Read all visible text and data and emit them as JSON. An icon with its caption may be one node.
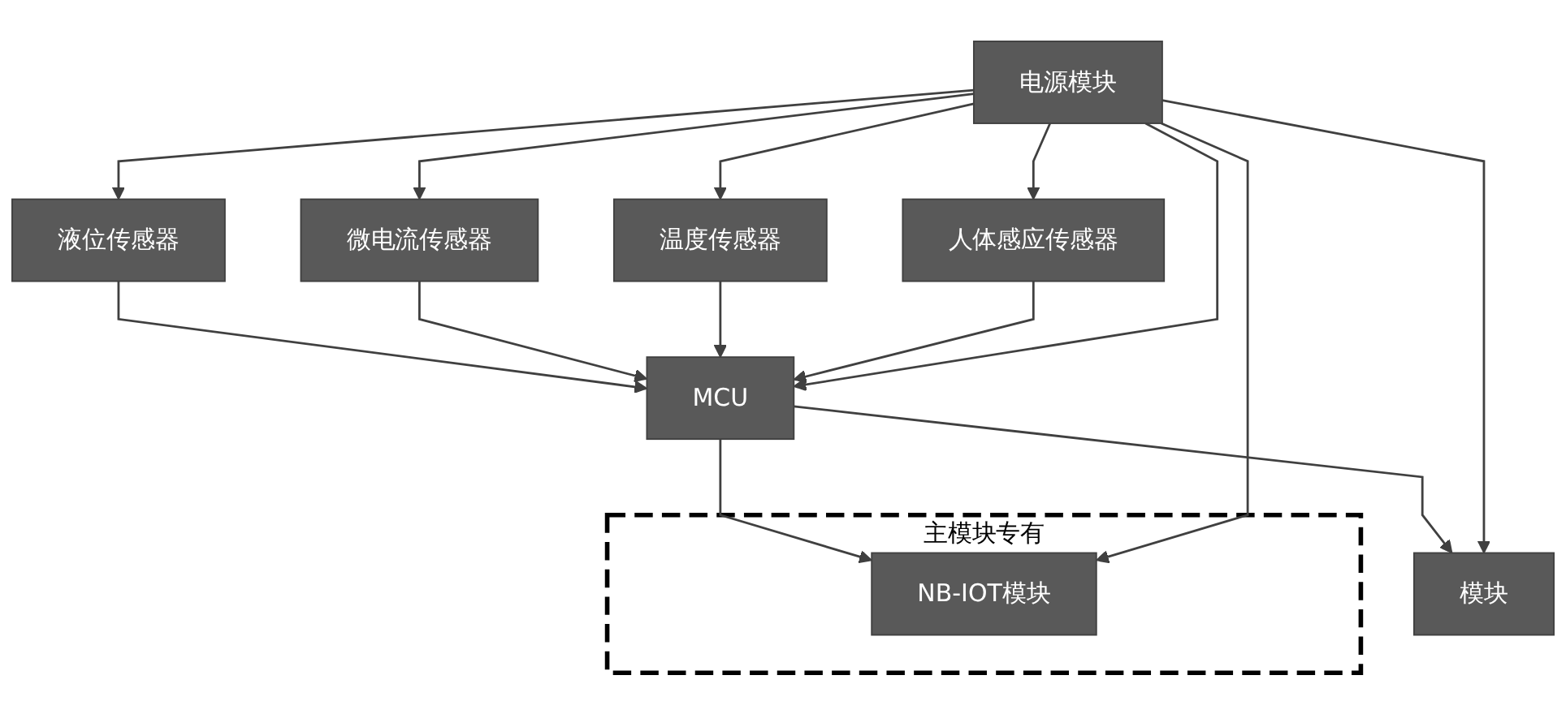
{
  "diagram": {
    "nodes": [
      {
        "text": [
          "液位传感器"
        ]
      },
      {
        "text": [
          "微电流传感器"
        ]
      },
      {
        "text": [
          "温度传感器"
        ]
      },
      {
        "text": [
          "人体感应传感器"
        ]
      },
      {
        "text": [
          "电源模块"
        ]
      },
      {
        "text": [
          "MCU"
        ]
      },
      {
        "text": [
          "主模块专有"
        ]
      },
      {
        "text": [
          "模块"
        ]
      },
      {
        "text": [
          "NB-IOT模块"
        ],
        "in": 6
      }
    ],
    "edges": [
      {
        "from": 4,
        "to": 0,
        "arrow": "to"
      },
      {
        "from": 4,
        "to": 1,
        "arrow": "to"
      },
      {
        "from": 4,
        "to": 2,
        "arrow": "to"
      },
      {
        "from": 4,
        "to": 3,
        "arrow": "to"
      },
      {
        "from": 0,
        "to": 5,
        "arrow": "to"
      },
      {
        "from": 1,
        "to": 5,
        "arrow": "to"
      },
      {
        "from": 2,
        "to": 5,
        "arrow": "to"
      },
      {
        "from": 3,
        "to": 5,
        "arrow": "to"
      },
      {
        "from": 4,
        "to": 5,
        "arrow": "to"
      },
      {
        "from": 5,
        "to": 7,
        "arrow": "to"
      },
      {
        "from": 5,
        "to": 8,
        "arrow": "to"
      },
      {
        "from": 4,
        "to": 7,
        "arrow": "to"
      },
      {
        "from": 4,
        "to": 8,
        "arrow": "to"
      }
    ]
  }
}
